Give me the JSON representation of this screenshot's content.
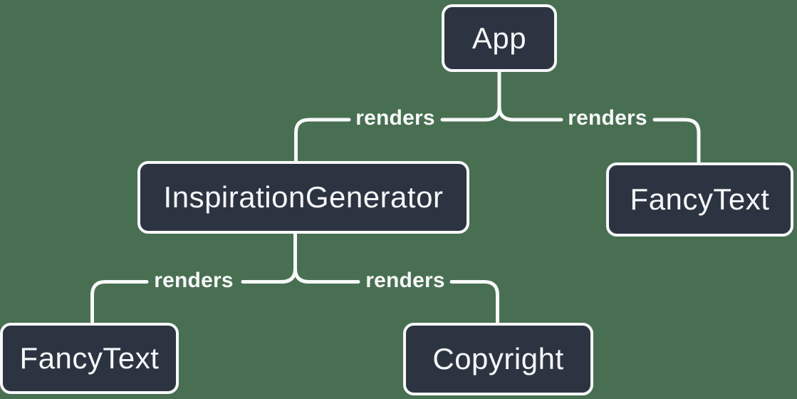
{
  "diagram": {
    "type": "component-render-tree",
    "nodes": [
      {
        "id": "app",
        "label": "App"
      },
      {
        "id": "inspiration-generator",
        "label": "InspirationGenerator"
      },
      {
        "id": "fancy-text-top",
        "label": "FancyText"
      },
      {
        "id": "fancy-text-bottom",
        "label": "FancyText"
      },
      {
        "id": "copyright",
        "label": "Copyright"
      }
    ],
    "edges": [
      {
        "from": "App",
        "to": "InspirationGenerator",
        "label": "renders"
      },
      {
        "from": "App",
        "to": "FancyText",
        "label": "renders"
      },
      {
        "from": "InspirationGenerator",
        "to": "FancyText",
        "label": "renders"
      },
      {
        "from": "InspirationGenerator",
        "to": "Copyright",
        "label": "renders"
      }
    ],
    "colors": {
      "background": "#486F51",
      "node_fill": "#2D3441",
      "node_border": "#F7F8FA",
      "connector": "#F7F8FA",
      "text": "#F6F7F9"
    }
  }
}
